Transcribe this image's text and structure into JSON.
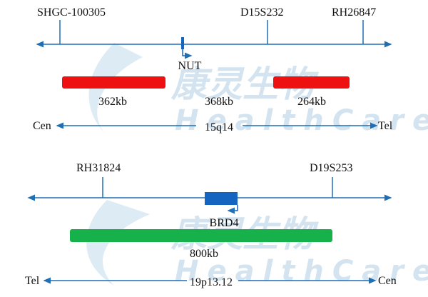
{
  "watermark": {
    "cn": "康灵生物",
    "en": "HealthCare"
  },
  "colors": {
    "axis": "#1f6fb5",
    "red_bar": "#ee1111",
    "green_bar": "#16b14a",
    "gene": "#1565c0"
  },
  "panel_15": {
    "markers": [
      "SHGC-100305",
      "D15S232",
      "RH26847"
    ],
    "gene": "NUT",
    "segments": [
      "362kb",
      "368kb",
      "264kb"
    ],
    "left_end": "Cen",
    "band": "15q14",
    "right_end": "Tel"
  },
  "panel_19": {
    "markers": [
      "RH31824",
      "D19S253"
    ],
    "gene": "BRD4",
    "segments": [
      "800kb"
    ],
    "left_end": "Tel",
    "band": "19p13.12",
    "right_end": "Cen"
  }
}
